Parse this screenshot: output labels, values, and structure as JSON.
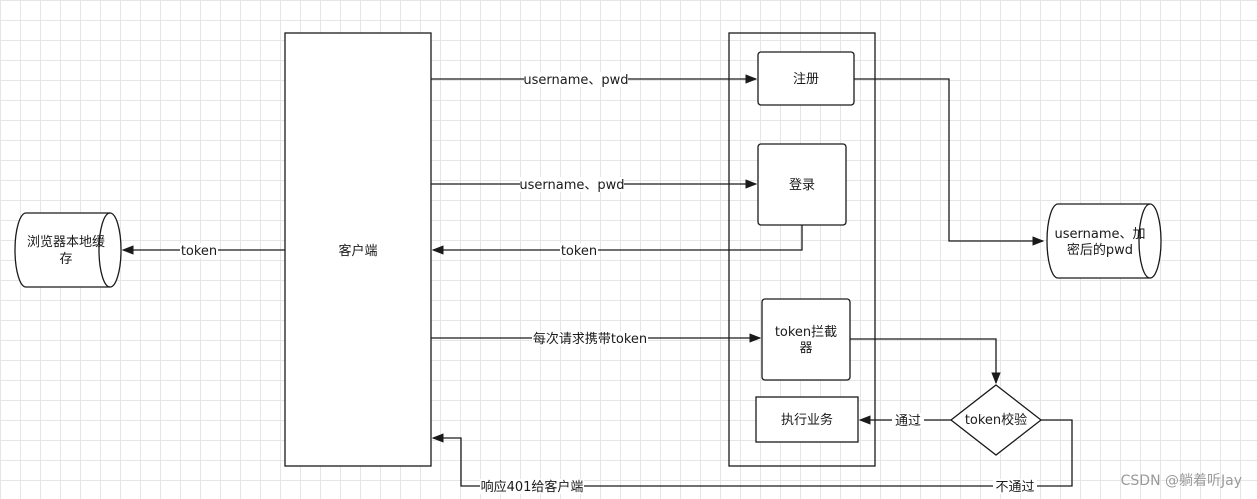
{
  "nodes": {
    "client": "客户端",
    "register": "注册",
    "login": "登录",
    "interceptor_line1": "token拦截",
    "interceptor_line2": "器",
    "execute": "执行业务",
    "check": "token校验",
    "cache_line1": "浏览器本地缓",
    "cache_line2": "存",
    "db_line1": "username、加",
    "db_line2": "密后的pwd"
  },
  "edges": {
    "register_req": "username、pwd",
    "login_req": "username、pwd",
    "login_resp": "token",
    "to_cache": "token",
    "each_req": "每次请求携带token",
    "pass": "通过",
    "fail": "不通过",
    "resp401": "响应401给客户端"
  },
  "watermark": "CSDN @躺着听Jay"
}
